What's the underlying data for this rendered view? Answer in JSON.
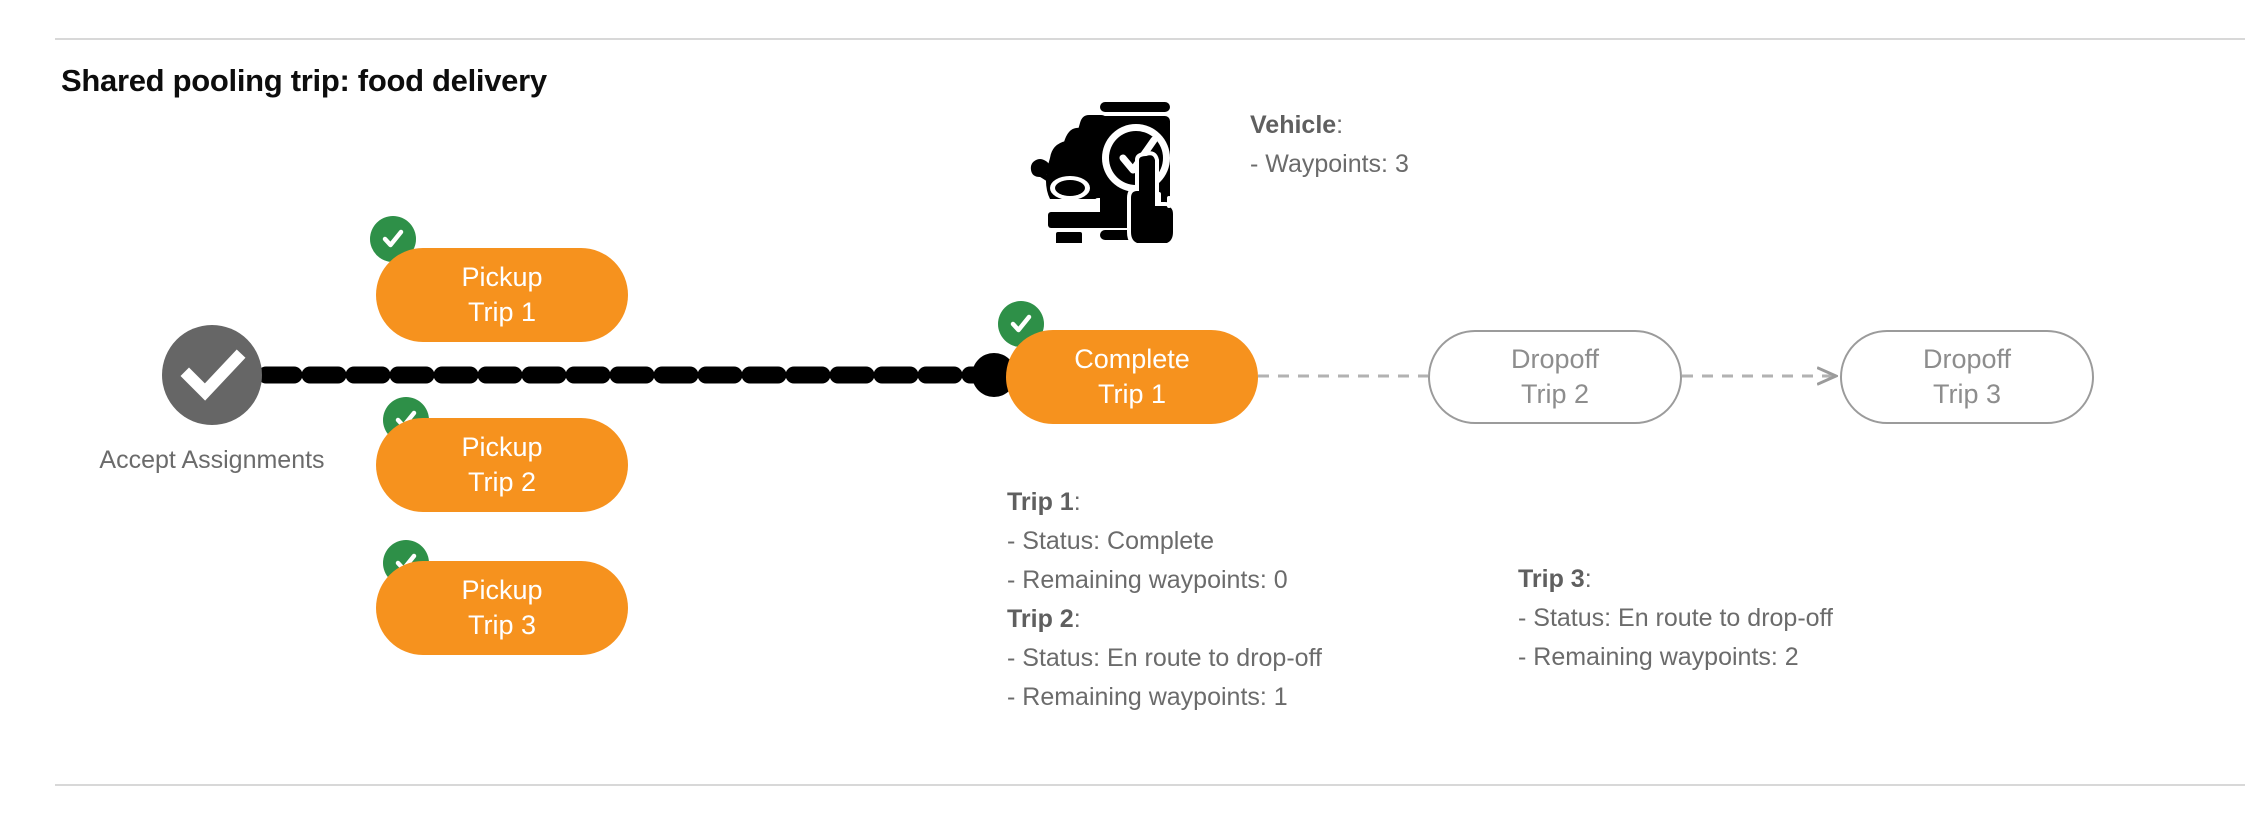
{
  "page": {
    "title": "Shared pooling trip: food delivery",
    "accent_orange": "#F6921E",
    "accent_green": "#2E9048",
    "accent_gray": "#666666",
    "ghost_border": "#9b9b9b",
    "rule_color": "#d8d8d8"
  },
  "start_node": {
    "icon": "check-circle-icon",
    "label_line1": "Accept",
    "label_line2": "Assignments"
  },
  "vehicle": {
    "icon": "car-phone-check-icon",
    "heading": "Vehicle",
    "heading_suffix": ":",
    "rows": [
      "- Waypoints: 3"
    ]
  },
  "pickups": [
    {
      "line1": "Pickup",
      "line2": "Trip 1",
      "state": "done",
      "badge": "check-badge-icon"
    },
    {
      "line1": "Pickup",
      "line2": "Trip 2",
      "state": "done",
      "badge": "check-badge-icon"
    },
    {
      "line1": "Pickup",
      "line2": "Trip 3",
      "state": "done",
      "badge": "check-badge-icon"
    }
  ],
  "timeline": {
    "complete": {
      "line1": "Complete",
      "line2": "Trip 1",
      "state": "done",
      "badge": "check-badge-icon"
    },
    "dropoffs": [
      {
        "line1": "Dropoff",
        "line2": "Trip 2",
        "state": "pending"
      },
      {
        "line1": "Dropoff",
        "line2": "Trip 3",
        "state": "pending"
      }
    ]
  },
  "trip_details": {
    "left": [
      {
        "heading": "Trip 1",
        "heading_suffix": ":",
        "rows": [
          "- Status:  Complete",
          "- Remaining waypoints: 0"
        ]
      },
      {
        "heading": "Trip 2",
        "heading_suffix": ":",
        "rows": [
          "- Status:  En route to drop-off",
          "- Remaining waypoints: 1"
        ]
      }
    ],
    "right": [
      {
        "heading": "Trip 3",
        "heading_suffix": ":",
        "rows": [
          "- Status:  En route to drop-off",
          "- Remaining waypoints: 2"
        ]
      }
    ]
  }
}
